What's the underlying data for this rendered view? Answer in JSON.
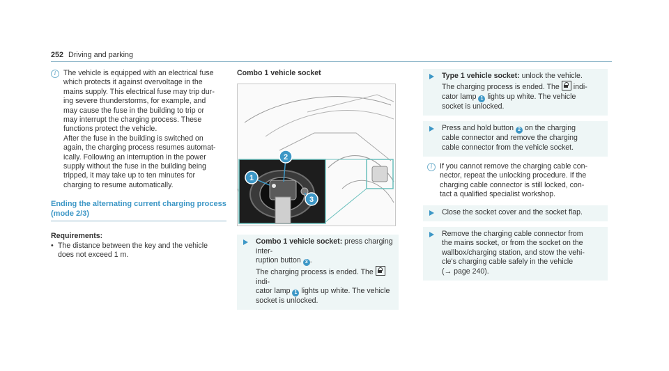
{
  "header": {
    "page_number": "252",
    "section": "Driving and parking"
  },
  "col1": {
    "note": "The vehicle is equipped with an electrical fuse\nwhich protects it against overvoltage in the\nmains supply. This electrical fuse may trip dur-\ning severe thunderstorms, for example, and\nmay cause the fuse in the building to trip or\nmay interrupt the charging process. These\nfunctions protect the vehicle.\nAfter the fuse in the building is switched on\nagain, the charging process resumes automat-\nically. Following an interruption in the power\nsupply without the fuse in the building being\ntripped, it may take up to ten minutes for\ncharging to resume automatically.",
    "section_heading": "Ending the alternating current charging process\n(mode 2/3)",
    "requirements_title": "Requirements:",
    "requirement_bullet": "The distance between the key and the vehicle\ndoes not exceed 1 m."
  },
  "col2": {
    "image_title": "Combo 1 vehicle socket",
    "callouts": [
      "1",
      "2",
      "3"
    ],
    "step_bold": "Combo 1 vehicle socket:",
    "step_text_a": " press charging inter-\nruption button ",
    "step_text_b": ".\nThe charging process is ended. The ",
    "step_text_c": " indi-\ncator lamp ",
    "step_text_d": " lights up white. The vehicle\nsocket is unlocked.",
    "badge_3": "3",
    "badge_1": "1"
  },
  "col3": {
    "step1_bold": "Type 1 vehicle socket:",
    "step1_text_a": " unlock the vehicle.\nThe charging process is ended. The ",
    "step1_text_b": " indi-\ncator lamp ",
    "step1_text_c": " lights up white. The vehicle\nsocket is unlocked.",
    "step1_badge": "1",
    "step2_text_a": "Press and hold button ",
    "step2_badge": "2",
    "step2_text_b": " on the charging\ncable connector and remove the charging\ncable connector from the vehicle socket.",
    "note": "If you cannot remove the charging cable con-\nnector, repeat the unlocking procedure. If the\ncharging cable connector is still locked, con-\ntact a qualified specialist workshop.",
    "step3": "Close the socket cover and the socket flap.",
    "step4_text": "Remove the charging cable connector from\nthe mains socket, or from the socket on the\nwallbox/charging station, and stow the vehi-\ncle's charging cable safely in the vehicle\n(→ page 240)."
  },
  "colors": {
    "accent": "#3d97c6",
    "callout": "#3d97c6",
    "highlight_box": "#6bc0bd",
    "step_bg": "#eef6f6"
  }
}
